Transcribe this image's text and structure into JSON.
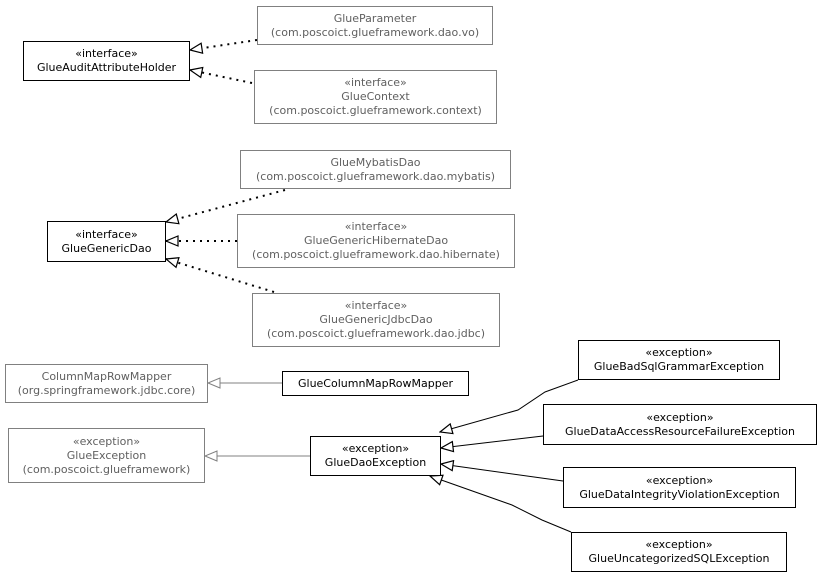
{
  "classes": {
    "glue_audit_attribute_holder": {
      "stereotype": "«interface»",
      "name": "GlueAuditAttributeHolder"
    },
    "glue_parameter": {
      "name": "GlueParameter",
      "package": "(com.poscoict.glueframework.dao.vo)"
    },
    "glue_context": {
      "stereotype": "«interface»",
      "name": "GlueContext",
      "package": "(com.poscoict.glueframework.context)"
    },
    "glue_generic_dao": {
      "stereotype": "«interface»",
      "name": "GlueGenericDao"
    },
    "glue_mybatis_dao": {
      "name": "GlueMybatisDao",
      "package": "(com.poscoict.glueframework.dao.mybatis)"
    },
    "glue_generic_hibernate_dao": {
      "stereotype": "«interface»",
      "name": "GlueGenericHibernateDao",
      "package": "(com.poscoict.glueframework.dao.hibernate)"
    },
    "glue_generic_jdbc_dao": {
      "stereotype": "«interface»",
      "name": "GlueGenericJdbcDao",
      "package": "(com.poscoict.glueframework.dao.jdbc)"
    },
    "column_map_row_mapper": {
      "name": "ColumnMapRowMapper",
      "package": "(org.springframework.jdbc.core)"
    },
    "glue_column_map_row_mapper": {
      "name": "GlueColumnMapRowMapper"
    },
    "glue_exception": {
      "stereotype": "«exception»",
      "name": "GlueException",
      "package": "(com.poscoict.glueframework)"
    },
    "glue_dao_exception": {
      "stereotype": "«exception»",
      "name": "GlueDaoException"
    },
    "glue_bad_sql_grammar_exception": {
      "stereotype": "«exception»",
      "name": "GlueBadSqlGrammarException"
    },
    "glue_data_access_resource_failure_exception": {
      "stereotype": "«exception»",
      "name": "GlueDataAccessResourceFailureException"
    },
    "glue_data_integrity_violation_exception": {
      "stereotype": "«exception»",
      "name": "GlueDataIntegrityViolationException"
    },
    "glue_uncategorized_sql_exception": {
      "stereotype": "«exception»",
      "name": "GlueUncategorizedSQLException"
    }
  },
  "colors": {
    "line": "#000000",
    "external_line": "#808080",
    "external_text": "#606060"
  }
}
